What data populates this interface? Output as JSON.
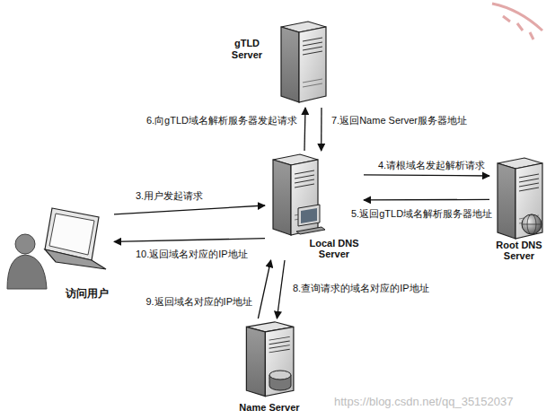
{
  "diagram": {
    "nodes": [
      {
        "text": [
          "gTLD Server"
        ]
      },
      {
        "text": [
          "Local DNS Server"
        ]
      },
      {
        "text": [
          "Root DNS Server"
        ]
      },
      {
        "text": [
          "访问用户"
        ]
      },
      {
        "text": [
          "Name Server"
        ]
      }
    ],
    "edges": [
      {
        "from": 3,
        "to": 1,
        "arrow": "to",
        "label": "3.用户发起请求"
      },
      {
        "from": 1,
        "to": 2,
        "arrow": "to",
        "label": "4.请根域名发起解析请求"
      },
      {
        "from": 2,
        "to": 1,
        "arrow": "to",
        "label": "5.返回gTLD域名解析服务器地址"
      },
      {
        "from": 1,
        "to": 0,
        "arrow": "to",
        "label": "6.向gTLD域名解析服务器发起请求"
      },
      {
        "from": 0,
        "to": 1,
        "arrow": "to",
        "label": "7.返回Name Server服务器地址"
      },
      {
        "from": 1,
        "to": 4,
        "arrow": "to",
        "label": "8.查询请求的域名对应的IP地址"
      },
      {
        "from": 4,
        "to": 1,
        "arrow": "to",
        "label": "9.返回域名对应的IP地址"
      },
      {
        "from": 1,
        "to": 3,
        "arrow": "to",
        "label": "10.返回域名对应的IP地址"
      }
    ],
    "labels": [
      "https://blog.csdn.net/qq_35152037"
    ]
  }
}
